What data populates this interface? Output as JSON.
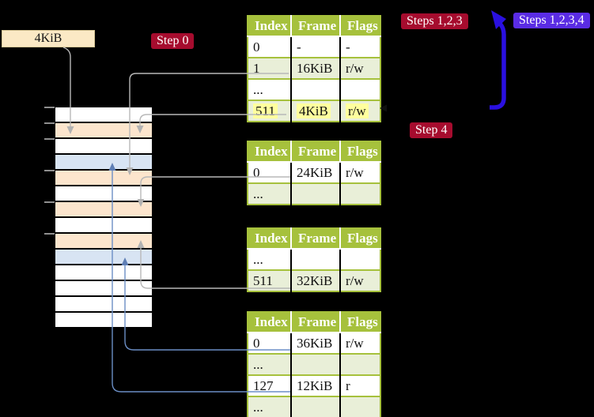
{
  "page_size_label": "4KiB",
  "badges": {
    "step0": "Step 0",
    "steps123": "Steps 1,2,3",
    "steps1234": "Steps 1,2,3,4",
    "step4": "Step 4"
  },
  "table_headers": [
    "Index",
    "Frame",
    "Flags"
  ],
  "tables": [
    {
      "rows": [
        {
          "index": "0",
          "frame": "-",
          "flags": "-",
          "shade": "white"
        },
        {
          "index": "1",
          "frame": "16KiB",
          "flags": "r/w",
          "shade": "green"
        },
        {
          "index": "...",
          "frame": "",
          "flags": "",
          "shade": "white"
        },
        {
          "index": "511",
          "frame": "4KiB",
          "flags": "r/w",
          "shade": "green-hl"
        }
      ]
    },
    {
      "rows": [
        {
          "index": "0",
          "frame": "24KiB",
          "flags": "r/w",
          "shade": "white"
        },
        {
          "index": "...",
          "frame": "",
          "flags": "",
          "shade": "green"
        }
      ]
    },
    {
      "rows": [
        {
          "index": "...",
          "frame": "",
          "flags": "",
          "shade": "white"
        },
        {
          "index": "511",
          "frame": "32KiB",
          "flags": "r/w",
          "shade": "green"
        }
      ]
    },
    {
      "rows": [
        {
          "index": "0",
          "frame": "36KiB",
          "flags": "r/w",
          "shade": "white"
        },
        {
          "index": "...",
          "frame": "",
          "flags": "",
          "shade": "green"
        },
        {
          "index": "127",
          "frame": "12KiB",
          "flags": "r",
          "shade": "white"
        },
        {
          "index": "...",
          "frame": "",
          "flags": "",
          "shade": "green"
        }
      ]
    }
  ],
  "memory": {
    "rows": [
      {
        "kind": "white"
      },
      {
        "kind": "peach"
      },
      {
        "kind": "white"
      },
      {
        "kind": "blue"
      },
      {
        "kind": "peach"
      },
      {
        "kind": "white"
      },
      {
        "kind": "peach"
      },
      {
        "kind": "white"
      },
      {
        "kind": "peach"
      },
      {
        "kind": "blue"
      },
      {
        "kind": "white"
      },
      {
        "kind": "white"
      },
      {
        "kind": "white"
      },
      {
        "kind": "white"
      }
    ]
  },
  "icons": {
    "loop_arrow": "curved-up-left-arrow"
  },
  "colors": {
    "table_green": "#a6c13c",
    "row_green": "#e9efd8",
    "highlight_yellow": "#ffff9e",
    "frame_peach": "#fce5cd",
    "frame_blue": "#d8e4f3",
    "badge_crimson": "#a60c2e",
    "badge_violet": "#5a2ce4",
    "loop_arrow_blue": "#2a10e0",
    "connector_gray": "#b8b8b8",
    "connector_blue": "#6b8ec5"
  }
}
